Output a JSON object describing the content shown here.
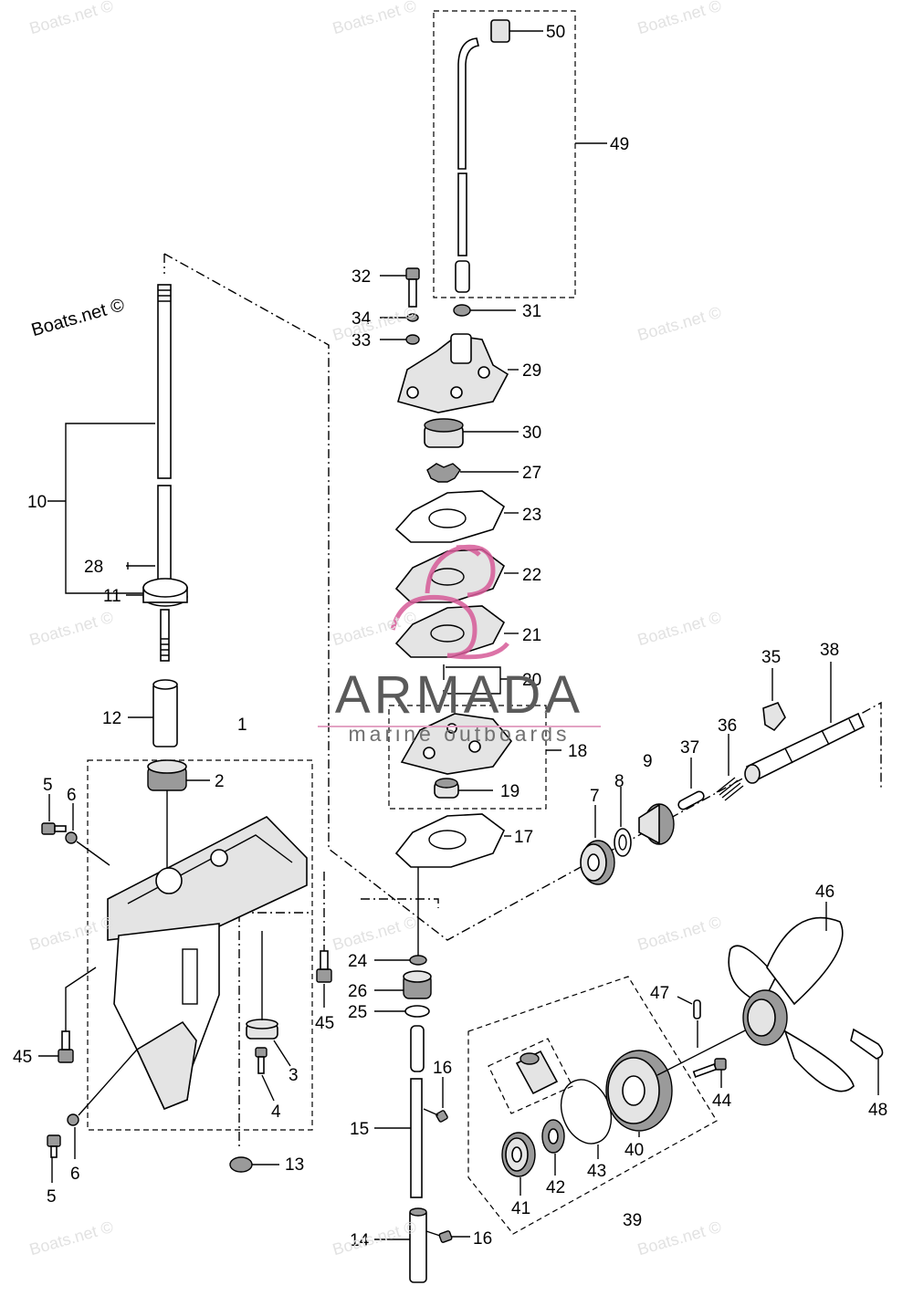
{
  "watermark": {
    "main_label": "Boats.net ©",
    "faint_label": "Boats.net ©"
  },
  "brand": {
    "title": "ARMADA",
    "subtitle": "marine outboards",
    "logo_color": "#d65b98"
  },
  "callouts": {
    "c1": "1",
    "c2": "2",
    "c3": "3",
    "c4": "4",
    "c5a": "5",
    "c5b": "5",
    "c6a": "6",
    "c6b": "6",
    "c7": "7",
    "c8": "8",
    "c9": "9",
    "c10": "10",
    "c11": "11",
    "c12": "12",
    "c13": "13",
    "c14": "14",
    "c15": "15",
    "c16a": "16",
    "c16b": "16",
    "c17": "17",
    "c18": "18",
    "c19": "19",
    "c20": "20",
    "c21": "21",
    "c22": "22",
    "c23": "23",
    "c24": "24",
    "c25": "25",
    "c26": "26",
    "c27": "27",
    "c28": "28",
    "c29": "29",
    "c30": "30",
    "c31": "31",
    "c32": "32",
    "c33": "33",
    "c34": "34",
    "c35": "35",
    "c36": "36",
    "c37": "37",
    "c38": "38",
    "c39": "39",
    "c40": "40",
    "c41": "41",
    "c42": "42",
    "c43": "43",
    "c44": "44",
    "c45a": "45",
    "c45b": "45",
    "c46": "46",
    "c47": "47",
    "c48": "48",
    "c49": "49",
    "c50": "50"
  }
}
